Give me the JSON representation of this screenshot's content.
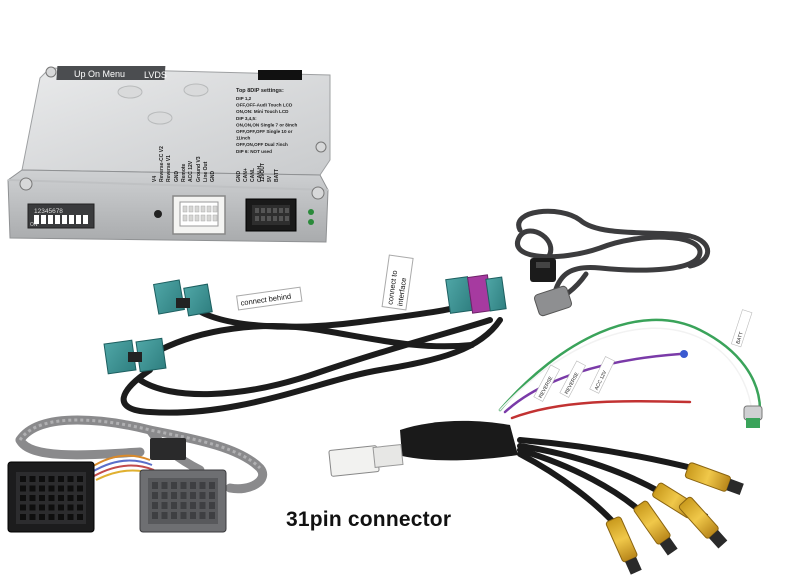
{
  "interface_box": {
    "menu_label": "Up On Menu",
    "lvds_label": "LVDS",
    "settings_title": "Top 8DIP settings:",
    "settings_lines": [
      "DIP 1,2",
      "OFF,OFF-Audi Touch LCD",
      "ON,ON: Mini Touch LCD",
      "DIP 3,4,5:",
      "ON,ON,ON Single 7 or 8inch",
      "OFF,OFF,OFF Single 10 or",
      "11inch",
      "OFF,ON,OFF Dual 7inch",
      "DIP 6: NOT used"
    ],
    "pin_labels_left": [
      "V4",
      "Reverse-CC V2",
      "Reverse V1",
      "GND",
      "Remote",
      "ACC 12V",
      "Ground V3",
      "Line Out",
      "GND"
    ],
    "pin_labels_right": [
      "GND",
      "CAN+",
      "CANL",
      "CAN-H",
      "12vOUT",
      "5V",
      "BATT"
    ],
    "dip_numbers": "12345678",
    "dip_on_label": "ON"
  },
  "fakra_cable": {
    "tag_left": "connect behind",
    "tag_right_line1": "connect to",
    "tag_right_line2": "interface"
  },
  "rca_harness": {
    "wire_labels": [
      "REVERSE",
      "REVERSE",
      "ACC 12V",
      "BATT"
    ]
  },
  "caption": "31pin connector"
}
